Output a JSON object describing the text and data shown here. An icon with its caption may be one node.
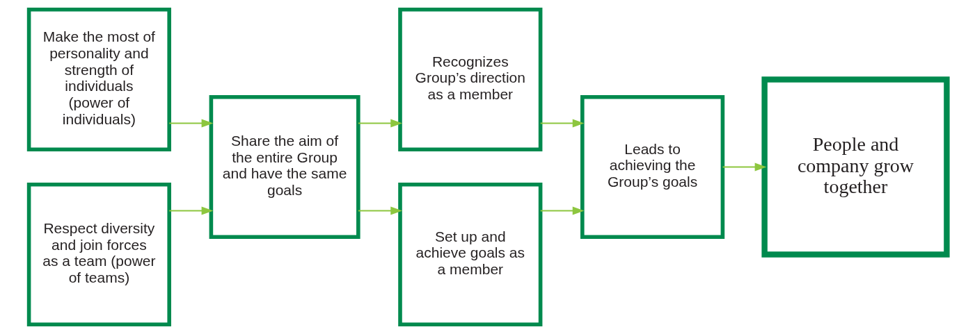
{
  "diagram": {
    "nodes": [
      {
        "text": [
          "Make the most of personality and strength of individuals (power of individuals)"
        ]
      },
      {
        "text": [
          "Respect diversity and join forces as a team (power of teams)"
        ]
      },
      {
        "text": [
          "Share the aim of the entire Group and have the same goals"
        ]
      },
      {
        "text": [
          "Recognizes Group’s direction as a member"
        ]
      },
      {
        "text": [
          "Set up and achieve goals as a member"
        ]
      },
      {
        "text": [
          "Leads to achieving the Group’s goals"
        ]
      },
      {
        "text": [
          "People and company grow together"
        ]
      }
    ],
    "edges": [
      {
        "from": 0,
        "to": 2,
        "arrow": "to"
      },
      {
        "from": 1,
        "to": 2,
        "arrow": "to"
      },
      {
        "from": 2,
        "to": 3,
        "arrow": "to"
      },
      {
        "from": 2,
        "to": 4,
        "arrow": "to"
      },
      {
        "from": 3,
        "to": 5,
        "arrow": "to"
      },
      {
        "from": 4,
        "to": 5,
        "arrow": "to"
      },
      {
        "from": 5,
        "to": 6,
        "arrow": "to"
      }
    ]
  }
}
